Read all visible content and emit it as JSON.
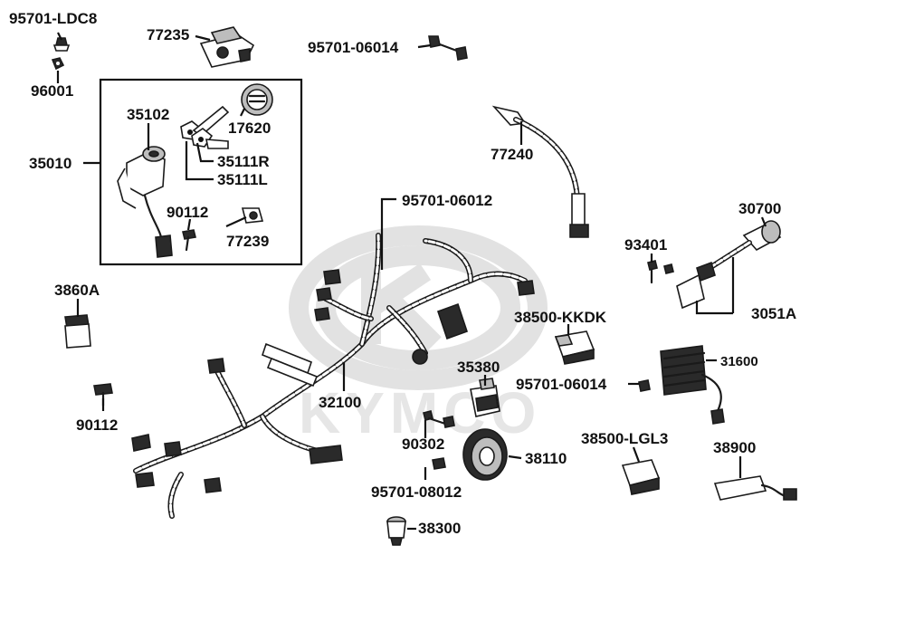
{
  "watermark": {
    "brand_text": "KYMCO"
  },
  "part_labels": {
    "p95701_ldc8": "95701-LDC8",
    "p96001": "96001",
    "p77235": "77235",
    "p95701_06014_top": "95701-06014",
    "p35102": "35102",
    "p17620": "17620",
    "p35010": "35010",
    "p35111r": "35111R",
    "p35111l": "35111L",
    "p90112_box": "90112",
    "p77239": "77239",
    "p77240": "77240",
    "p95701_06012": "95701-06012",
    "p30700": "30700",
    "p93401": "93401",
    "p3051a": "3051A",
    "p3860a": "3860A",
    "p38500_kkdk": "38500-KKDK",
    "p35380": "35380",
    "p31600": "31600",
    "p95701_06014_mid": "95701-06014",
    "p90112_left": "90112",
    "p32100": "32100",
    "p90302": "90302",
    "p38110": "38110",
    "p38500_lgl3": "38500-LGL3",
    "p38900": "38900",
    "p95701_08012": "95701-08012",
    "p38300": "38300"
  }
}
